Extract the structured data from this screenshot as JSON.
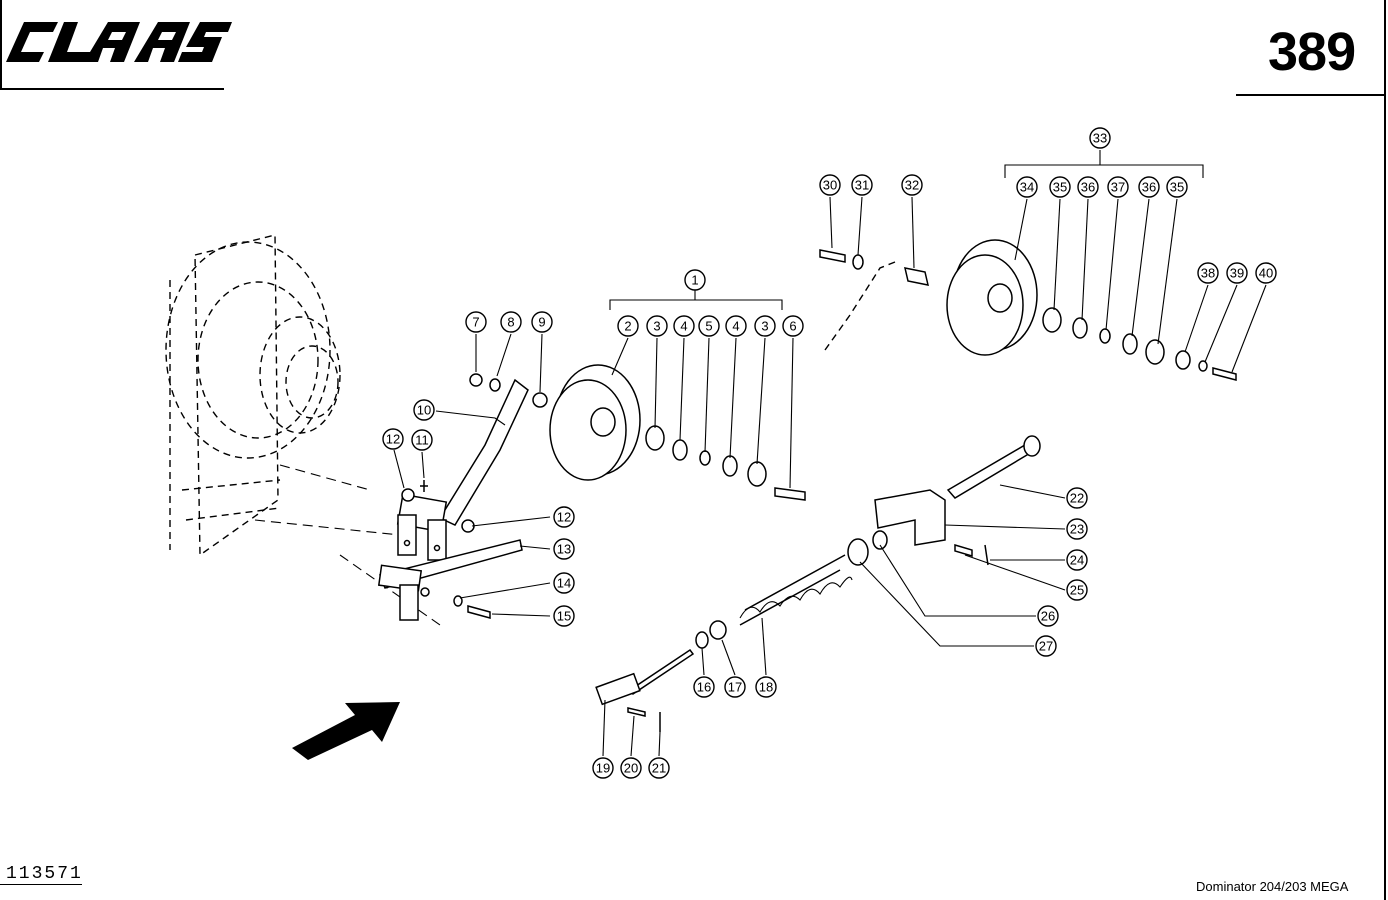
{
  "header": {
    "brand": "CLAAS",
    "page_number": "389"
  },
  "footer": {
    "drawing_number": "113571",
    "model": "Dominator 204/203 MEGA"
  },
  "callouts": [
    {
      "label": "1"
    },
    {
      "label": "2"
    },
    {
      "label": "3"
    },
    {
      "label": "4"
    },
    {
      "label": "5"
    },
    {
      "label": "4"
    },
    {
      "label": "3"
    },
    {
      "label": "6"
    },
    {
      "label": "7"
    },
    {
      "label": "8"
    },
    {
      "label": "9"
    },
    {
      "label": "10"
    },
    {
      "label": "11"
    },
    {
      "label": "12"
    },
    {
      "label": "12"
    },
    {
      "label": "13"
    },
    {
      "label": "14"
    },
    {
      "label": "15"
    },
    {
      "label": "16"
    },
    {
      "label": "17"
    },
    {
      "label": "18"
    },
    {
      "label": "19"
    },
    {
      "label": "20"
    },
    {
      "label": "21"
    },
    {
      "label": "22"
    },
    {
      "label": "23"
    },
    {
      "label": "24"
    },
    {
      "label": "25"
    },
    {
      "label": "26"
    },
    {
      "label": "27"
    },
    {
      "label": "30"
    },
    {
      "label": "31"
    },
    {
      "label": "32"
    },
    {
      "label": "33"
    },
    {
      "label": "34"
    },
    {
      "label": "35"
    },
    {
      "label": "36"
    },
    {
      "label": "37"
    },
    {
      "label": "36"
    },
    {
      "label": "35"
    },
    {
      "label": "38"
    },
    {
      "label": "39"
    },
    {
      "label": "40"
    }
  ]
}
